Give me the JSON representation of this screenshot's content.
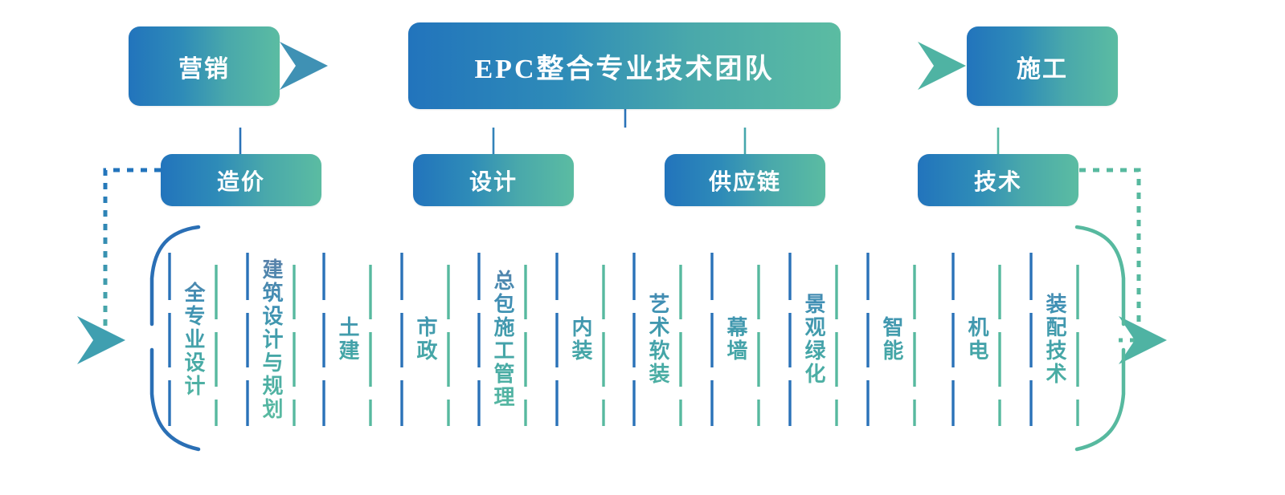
{
  "diagram": {
    "title": "EPC整合专业技术团队",
    "left_node": "营销",
    "right_node": "施工",
    "branches": [
      {
        "label": "造价"
      },
      {
        "label": "设计"
      },
      {
        "label": "供应链"
      },
      {
        "label": "技术"
      }
    ],
    "leaves": [
      {
        "label": "全专业设计"
      },
      {
        "label": "建筑设计与规划"
      },
      {
        "label": "土建"
      },
      {
        "label": "市政"
      },
      {
        "label": "总包施工管理"
      },
      {
        "label": "内装"
      },
      {
        "label": "艺术软装"
      },
      {
        "label": "幕墙"
      },
      {
        "label": "景观绿化"
      },
      {
        "label": "智能"
      },
      {
        "label": "机电"
      },
      {
        "label": "装配技术"
      }
    ],
    "colors": {
      "gradient_start": "#2274bc",
      "gradient_end": "#5bbca2",
      "blue": "#2a72b8",
      "green": "#57b99f",
      "text_on_box": "#ffffff"
    }
  }
}
